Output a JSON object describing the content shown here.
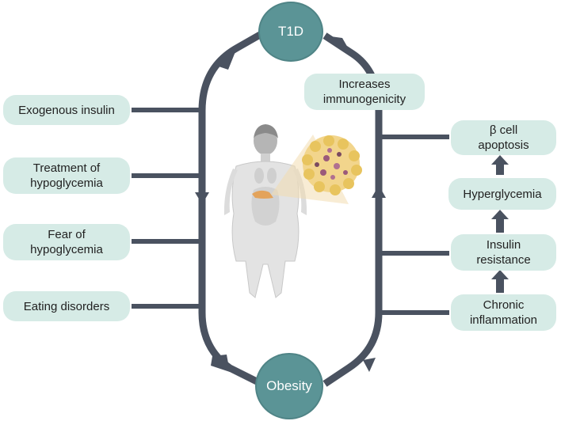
{
  "nodes": {
    "top": "T1D",
    "bottom": "Obesity"
  },
  "left_factors": [
    {
      "label": "Exogenous insulin"
    },
    {
      "line1": "Treatment of",
      "line2": "hypoglycemia"
    },
    {
      "line1": "Fear of",
      "line2": "hypoglycemia"
    },
    {
      "label": "Eating disorders"
    }
  ],
  "upper_right": {
    "line1": "Increases",
    "line2": "immunogenicity"
  },
  "right_chain": [
    {
      "line1": "β cell",
      "line2": "apoptosis"
    },
    {
      "label": "Hyperglycemia"
    },
    {
      "line1": "Insulin",
      "line2": "resistance"
    },
    {
      "line1": "Chronic",
      "line2": "inflammation"
    }
  ],
  "colors": {
    "node_fill": "#5b9496",
    "pill_fill": "#d6ebe6",
    "connector": "#4a5260"
  },
  "illustration": {
    "icon": "human-body-pancreas-icon",
    "detail": "pancreatic-islet-cells-icon"
  }
}
